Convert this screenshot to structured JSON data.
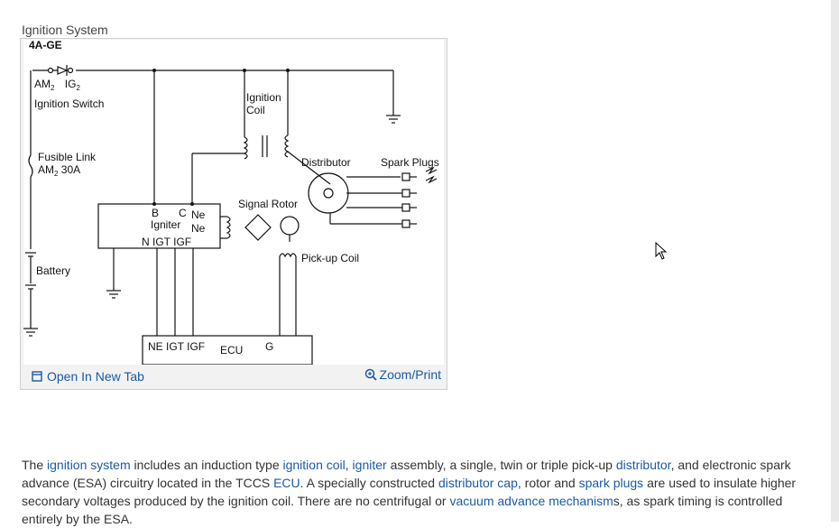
{
  "figure": {
    "title": "Ignition System",
    "open_tab_label": "Open In New Tab",
    "zoom_label": "Zoom/Print",
    "icons": {
      "open_tab": "open-in-new-tab-icon",
      "zoom": "zoom-in-icon"
    },
    "diagram": {
      "engine": "4A-GE",
      "am2": "AM",
      "ig2": "IG",
      "sub2": "2",
      "ignition_switch": "Ignition Switch",
      "fusible_link": "Fusible Link",
      "fusible_rating_prefix": "AM",
      "fusible_rating_suffix": " 30A",
      "battery": "Battery",
      "ignition_coil_line1": "Ignition",
      "ignition_coil_line2": "Coil",
      "distributor": "Distributor",
      "spark_plugs": "Spark Plugs",
      "signal_rotor": "Signal Rotor",
      "pickup_coil": "Pick-up Coil",
      "igniter_b": "B",
      "igniter_c": "C",
      "igniter_ne_plus": "Ne",
      "igniter_label": "Igniter",
      "igniter_ne_minus": "Ne",
      "igniter_bottom": "N IGT IGF",
      "ecu_pins": "NE IGT IGF",
      "ecu_label": "ECU",
      "ecu_g_pins": "G"
    }
  },
  "article": {
    "s1": "The ",
    "l1": "ignition system",
    "s2": " includes an induction type ",
    "l2": "ignition coil",
    "s3": ", ",
    "l3": "igniter",
    "s4": " assembly, a single, twin or triple pick-up ",
    "l4": "distributor",
    "s5": ", and electronic spark advance (ESA) circuitry located in the TCCS ",
    "l5": "ECU",
    "s6": ". A specially constructed ",
    "l6": "distributor cap",
    "s7": ", rotor and ",
    "l7": "spark plugs",
    "s8": " are used to insulate higher secondary voltages produced by the ignition coil. There are no centrifugal or ",
    "l8": "vacuum advance mechanism",
    "s9": "s, as spark timing is controlled entirely by the ESA."
  },
  "colors": {
    "link": "#1a5aa6",
    "text": "#333333",
    "figure_bg": "#f2f2f2"
  }
}
